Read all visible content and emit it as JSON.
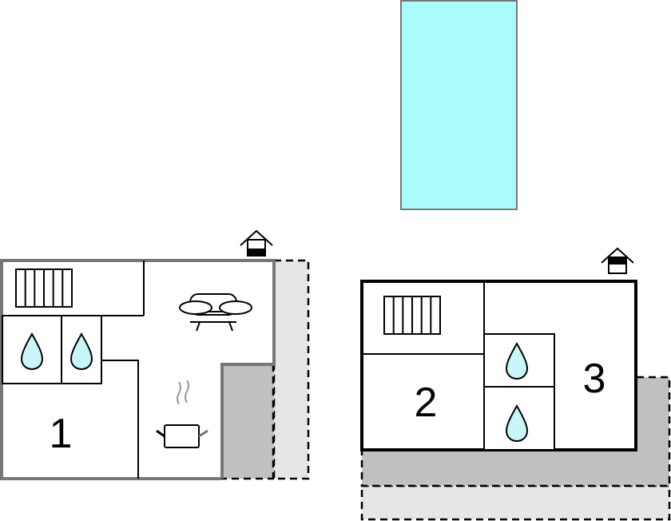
{
  "plan": {
    "rooms": [
      {
        "label": "1"
      },
      {
        "label": "2"
      },
      {
        "label": "3"
      }
    ],
    "icons": [
      "pool",
      "radiator-icon",
      "water-drop-icon",
      "sofa-icon",
      "cooking-pot-icon",
      "house-entrance-icon"
    ]
  },
  "colors": {
    "pool": "#aafcfc",
    "water": "#c8f6f8",
    "terrace_dark": "#c0c0c0",
    "terrace_light": "#e6e6e6",
    "wall_gray": "#777777"
  }
}
